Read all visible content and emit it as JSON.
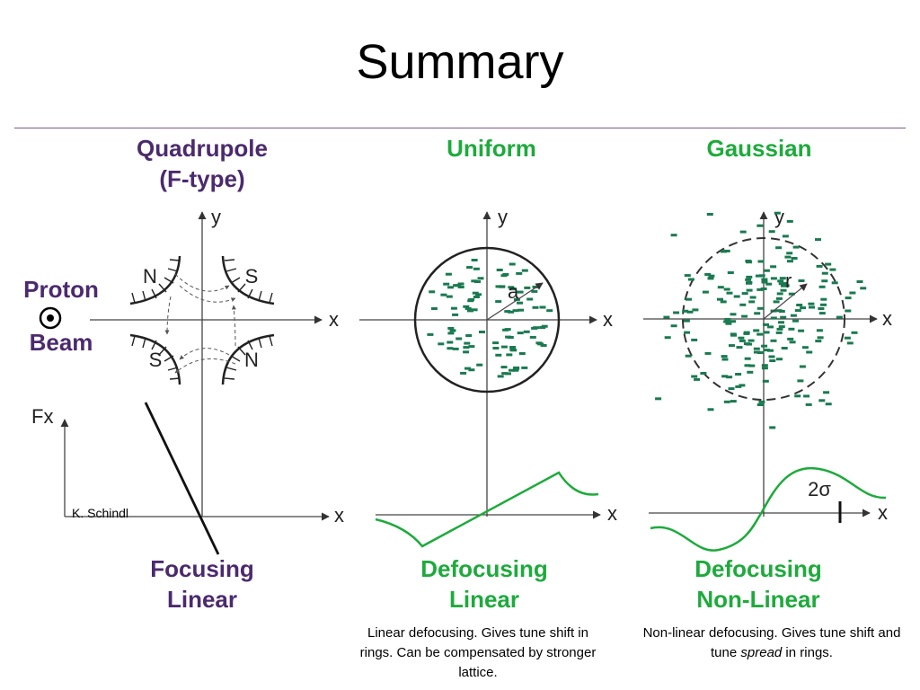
{
  "slide": {
    "title": "Summary"
  },
  "quadrupole": {
    "heading_line1": "Quadrupole",
    "heading_line2": "(F-type)",
    "side_label_line1": "Proton",
    "side_label_line2": "Beam",
    "pole_labels": [
      "N",
      "S",
      "S",
      "N"
    ],
    "axis_y": "y",
    "axis_x": "x",
    "force_axis": "Fx",
    "force_axis_x": "x",
    "result_line1": "Focusing",
    "result_line2": "Linear"
  },
  "uniform": {
    "heading": "Uniform",
    "axis_y": "y",
    "axis_x": "x",
    "radius_label": "a",
    "force_axis_x": "x",
    "result_line1": "Defocusing",
    "result_line2": "Linear",
    "caption": "Linear defocusing.  Gives tune shift in rings. Can be compensated by stronger lattice."
  },
  "gaussian": {
    "heading": "Gaussian",
    "axis_y": "y",
    "axis_x": "x",
    "radius_label": "r",
    "sigma_label": "2σ",
    "force_axis_x": "x",
    "result_line1": "Defocusing",
    "result_line2": "Non-Linear",
    "caption_before": "Non-linear defocusing.  Gives tune shift and tune ",
    "caption_emphasis": "spread",
    "caption_after": " in rings."
  },
  "credit": "K. Schindl",
  "colors": {
    "purple": "#4b2a6e",
    "green": "#1eaa3c",
    "particle": "#1a7a50",
    "rule": "#7b5a87"
  }
}
